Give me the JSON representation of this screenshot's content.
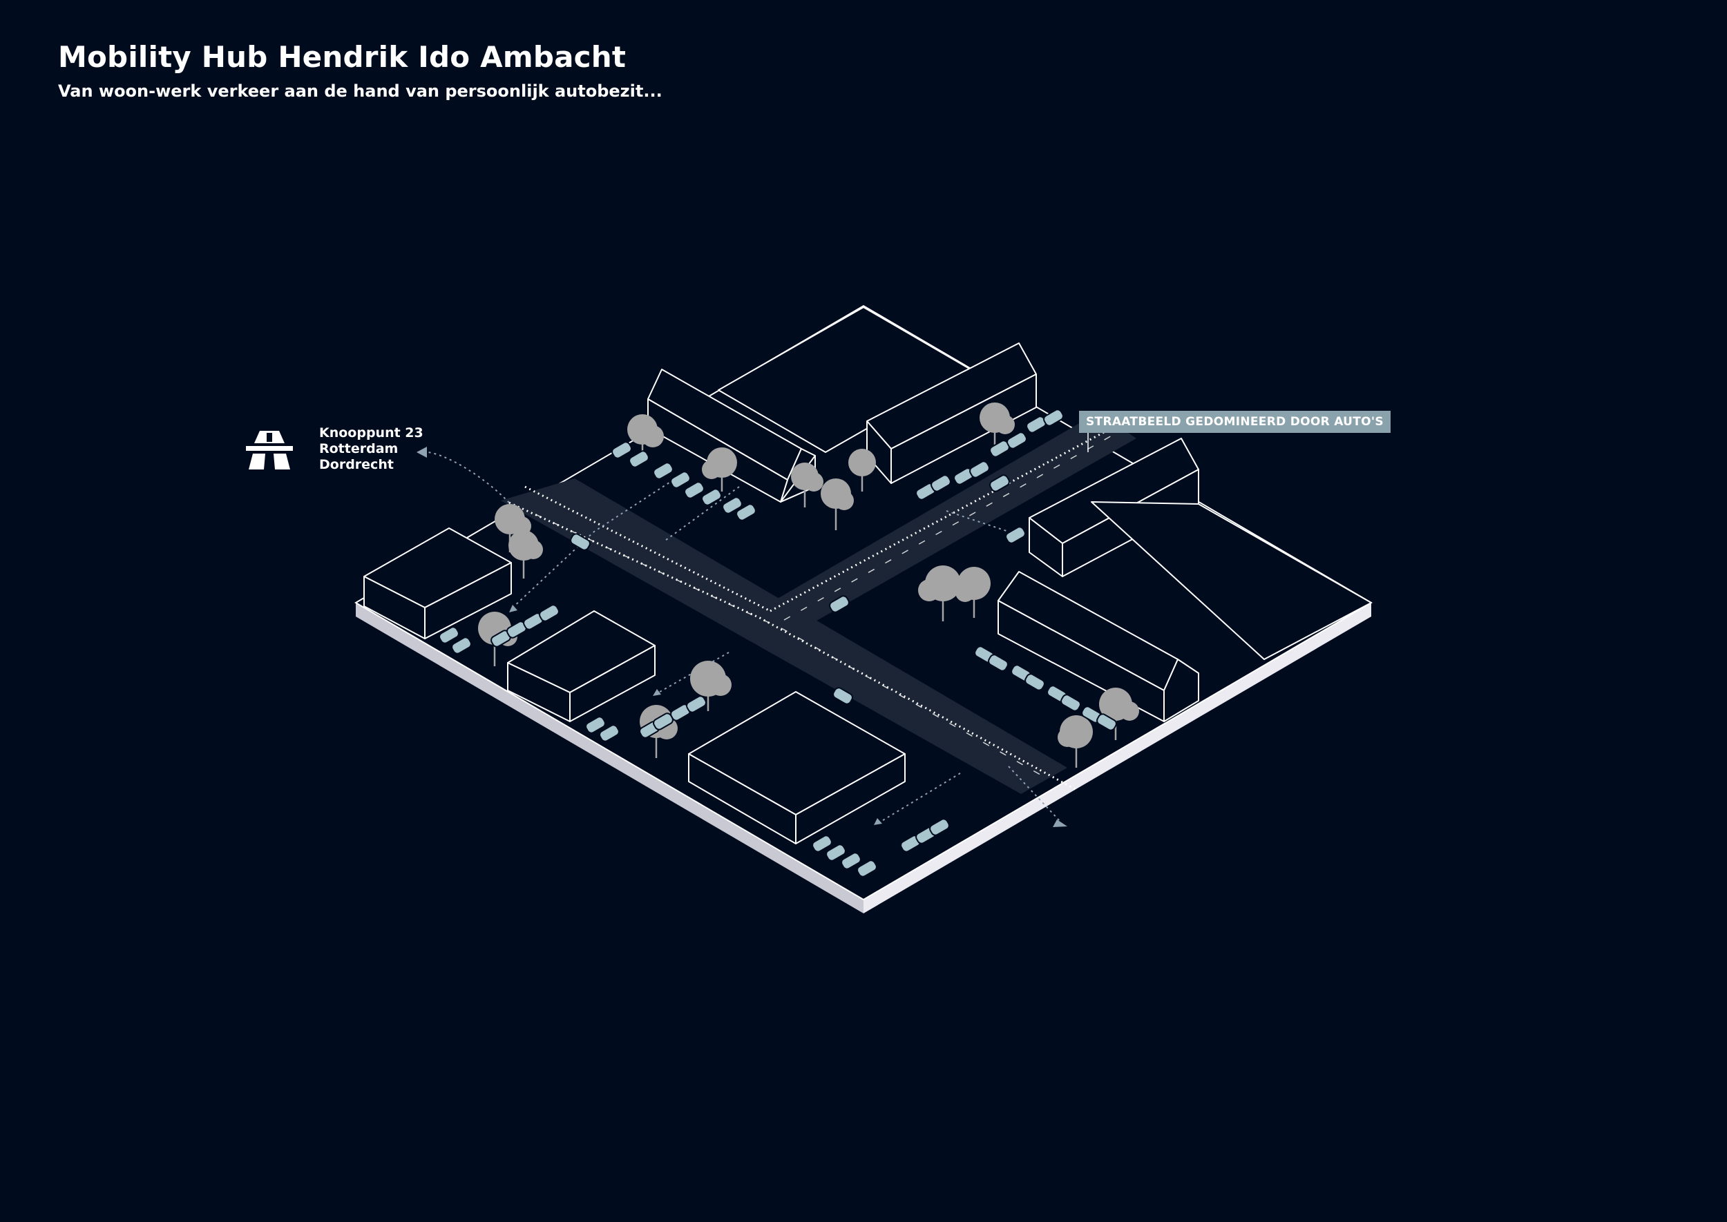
{
  "header": {
    "title": "Mobility Hub Hendrik Ido Ambacht",
    "subtitle": "Van woon-werk verkeer aan de hand van persoonlijk autobezit..."
  },
  "route": {
    "icon": "motorway-icon",
    "lines": [
      "Knooppunt 23",
      "Rotterdam",
      "Dordrecht"
    ]
  },
  "callout": {
    "label": "STRAATBEELD GEDOMINEERD DOOR AUTO'S"
  },
  "colors": {
    "background": "#000b1d",
    "line": "#ffffff",
    "car": "#a9c6cf",
    "tree": "#a5a5a5",
    "callout": "#8aa2ab",
    "road": "#1b2536"
  }
}
